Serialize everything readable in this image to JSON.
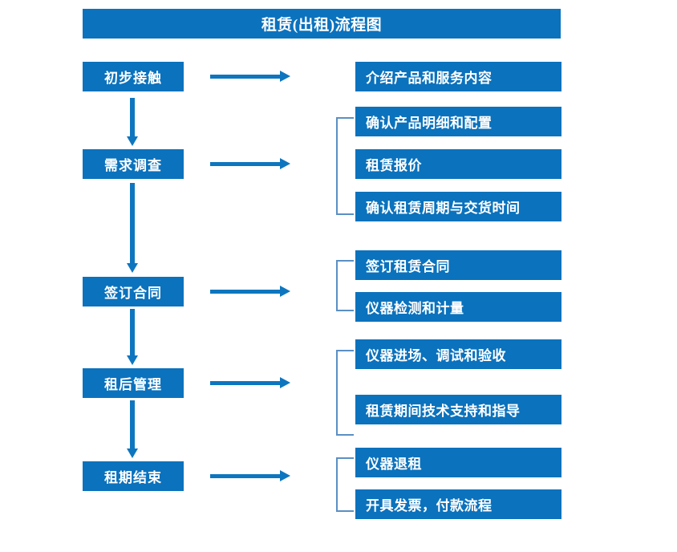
{
  "diagram": {
    "title": "租赁(出租)流程图",
    "accent_color": "#0b72bd",
    "arrow_color": "#0e76bf",
    "bracket_color": "#5b8fc4",
    "background_color": "#ffffff",
    "stages": [
      {
        "id": "initial-contact",
        "label": "初步接触"
      },
      {
        "id": "requirement-survey",
        "label": "需求调查"
      },
      {
        "id": "sign-contract",
        "label": "签订合同"
      },
      {
        "id": "post-rental-management",
        "label": "租后管理"
      },
      {
        "id": "lease-end",
        "label": "租期结束"
      }
    ],
    "details": [
      {
        "id": "introduce-products",
        "label": "介绍产品和服务内容"
      },
      {
        "id": "confirm-spec-config",
        "label": "确认产品明细和配置"
      },
      {
        "id": "rental-quotation",
        "label": "租赁报价"
      },
      {
        "id": "confirm-period-delivery",
        "label": "确认租赁周期与交货时间"
      },
      {
        "id": "sign-rental-contract",
        "label": "签订租赁合同"
      },
      {
        "id": "instrument-test-metering",
        "label": "仪器检测和计量"
      },
      {
        "id": "instrument-entry-commission-acceptance",
        "label": "仪器进场、调试和验收"
      },
      {
        "id": "tech-support-during-rental",
        "label": "租赁期间技术支持和指导"
      },
      {
        "id": "instrument-return",
        "label": "仪器退租"
      },
      {
        "id": "invoice-payment-process",
        "label": "开具发票，付款流程"
      }
    ],
    "flow_arrows": {
      "horizontal_count": 5,
      "vertical_count": 4
    },
    "bracket_count": 4
  }
}
